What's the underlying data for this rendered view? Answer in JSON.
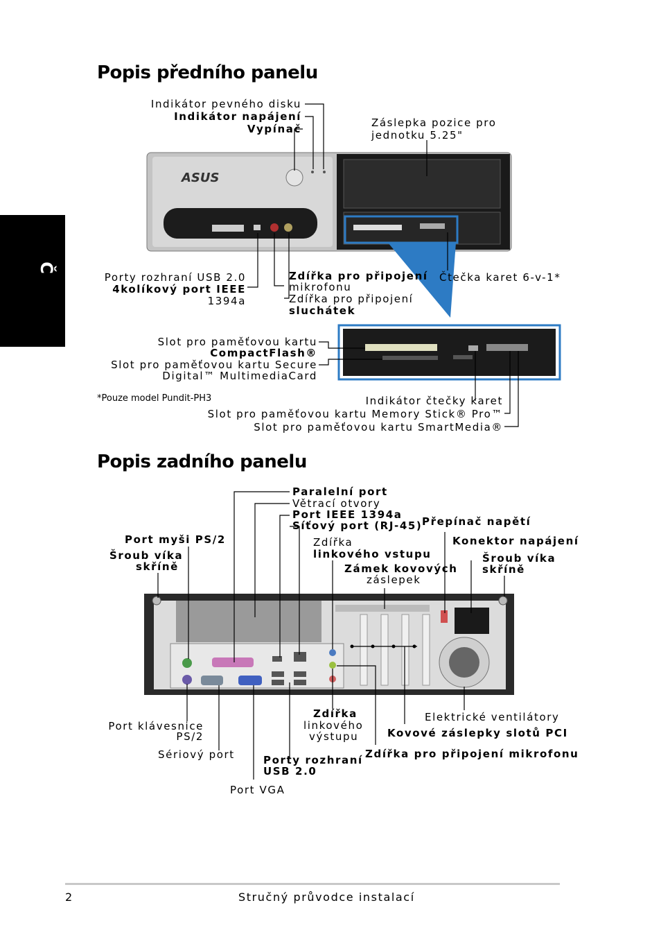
{
  "side_tab": "Č",
  "front": {
    "title": "Popis předního panelu",
    "labels": {
      "hdd_led": "Indikátor pevného disku",
      "power_led": "Indikátor napájení",
      "power_switch": "Vypínač",
      "bay_cover_l1": "Záslepka pozice pro",
      "bay_cover_l2": "jednotku 5.25\"",
      "usb_l1": "Porty rozhraní USB 2.0",
      "ieee_l1": "4kolíkový port IEEE",
      "ieee_l2": "1394a",
      "mic_l1": "Zdířka pro připojení",
      "mic_l2": "mikrofonu",
      "hp_l1": "Zdířka pro připojení",
      "hp_l2": "sluchátek",
      "card_reader": "Čtečka karet 6-v-1*",
      "cf_l1": "Slot pro paměťovou kartu",
      "cf_l2": "CompactFlash®",
      "sd_l1": "Slot pro paměťovou kartu Secure",
      "sd_l2": "Digital™ MultimediaCard",
      "note": "*Pouze model Pundit-PH3",
      "reader_led": "Indikátor čtečky karet",
      "ms": "Slot pro paměťovou kartu Memory Stick® Pro™",
      "sm": "Slot pro paměťovou kartu SmartMedia®"
    },
    "logo": "ASUS"
  },
  "rear": {
    "title": "Popis zadního panelu",
    "labels": {
      "parallel": "Paralelní port",
      "vents": "Větrací otvory",
      "ieee": "Port IEEE 1394a",
      "lan": "Síťový port (RJ-45)",
      "voltage": "Přepínač napětí",
      "mouse": "Port myši PS/2",
      "screw_l_1": "Šroub víka",
      "screw_l_2": "skříně",
      "linein_1": "Zdířka",
      "linein_2": "linkového vstupu",
      "power_conn": "Konektor napájení",
      "screw_r_1": "Šroub víka",
      "screw_r_2": "skříně",
      "lock_1": "Zámek kovových",
      "lock_2": "záslepek",
      "kbd_1": "Port klávesnice",
      "kbd_2": "PS/2",
      "serial": "Sériový port",
      "vga": "Port VGA",
      "lineout_1": "Zdířka",
      "lineout_2": "linkového",
      "lineout_3": "výstupu",
      "usb_1": "Porty rozhraní",
      "usb_2": "USB 2.0",
      "fans": "Elektrické ventilátory",
      "pci": "Kovové záslepky slotů PCI",
      "mic": "Zdířka pro připojení mikrofonu"
    }
  },
  "footer": {
    "page": "2",
    "title": "Stručný průvodce instalací"
  },
  "colors": {
    "accent_blue": "#2d7bc4",
    "panel_silver": "#c9c9c9",
    "chassis_dark": "#2a2a2a"
  }
}
